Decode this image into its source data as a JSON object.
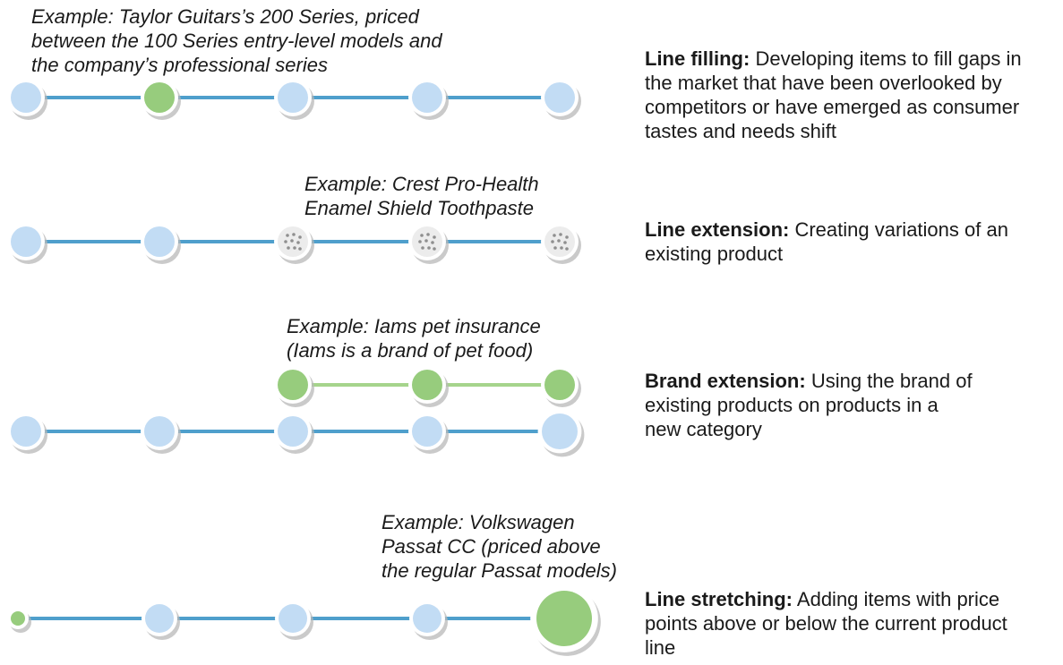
{
  "rows": [
    {
      "id": "line-filling",
      "example_lines": [
        "Example: Taylor Guitars’s 200 Series, priced",
        "between the 100 Series entry-level models and",
        "the company’s professional series"
      ],
      "term": "Line filling:",
      "description_lines": [
        " Developing items to fill gaps in",
        "the market that have been overlooked by",
        "competitors or have emerged as consumer",
        "tastes and needs shift"
      ]
    },
    {
      "id": "line-extension",
      "example_lines": [
        "Example: Crest Pro-Health",
        "Enamel Shield Toothpaste"
      ],
      "term": "Line extension:",
      "description_lines": [
        " Creating variations of an",
        "existing product"
      ]
    },
    {
      "id": "brand-extension",
      "example_lines": [
        "Example: Iams pet insurance",
        "(Iams is a brand of pet food)"
      ],
      "term": "Brand extension:",
      "description_lines": [
        " Using the brand of",
        "existing products on products in a",
        "new category"
      ]
    },
    {
      "id": "line-stretching",
      "example_lines": [
        "Example: Volkswagen",
        "Passat CC (priced above",
        "the regular Passat models)"
      ],
      "term": "Line stretching:",
      "description_lines": [
        " Adding items with price",
        "points above or below the current product",
        "line"
      ]
    }
  ],
  "colors": {
    "existing_item": "#c2dcf4",
    "new_item": "#97cc7d",
    "variation_item": "#ececec",
    "variation_dots": "#8f8f8f",
    "existing_line": "#4f9fcc",
    "new_line": "#a6d48c",
    "ring": "#ffffff",
    "ring_shadow": "#b8b8b8"
  }
}
